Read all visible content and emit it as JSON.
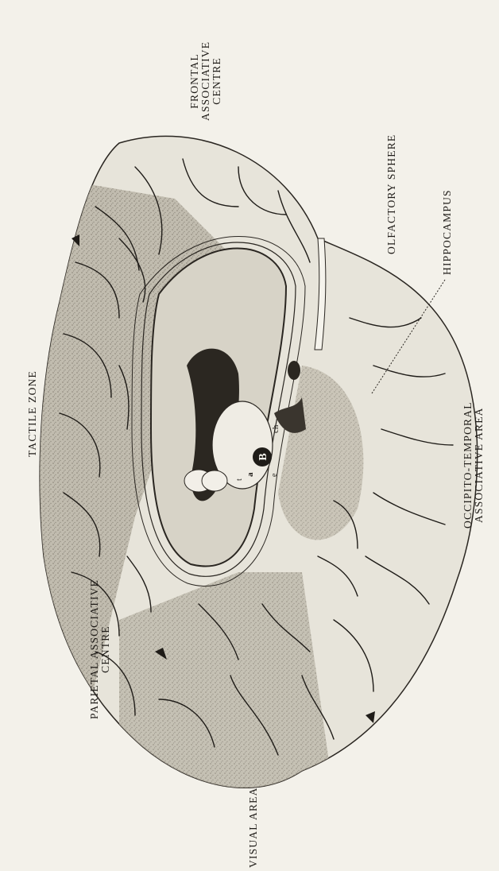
{
  "labels": {
    "frontal": [
      "FRONTAL",
      "ASSOCIATIVE",
      "CENTRE"
    ],
    "olfactory": "OLFACTORY SPHERE",
    "hippocampus": "HIPPOCAMPUS",
    "tactile": "TACTILE ZONE",
    "occipito": [
      "OCCIPITO-TEMPORAL",
      "ASSOCIATIVE AREA"
    ],
    "parietal": [
      "PARIETAL ASSOCIATIVE",
      "CENTRE"
    ],
    "visual": "VISUAL AREA"
  },
  "inner_marks": {
    "b": "B",
    "ch": "ch",
    "t": "t",
    "a": "a",
    "e": "e"
  },
  "colors": {
    "paper": "#f3f1ea",
    "cortex": "#e7e4da",
    "shaded": "#b9b4a6",
    "ink": "#1f1c18"
  }
}
